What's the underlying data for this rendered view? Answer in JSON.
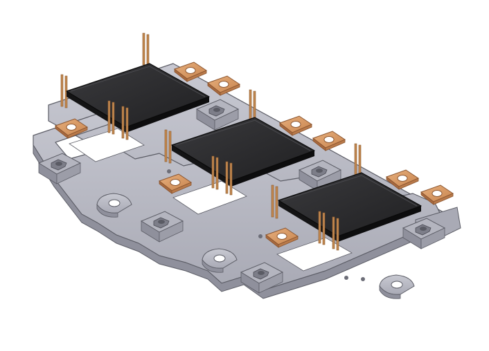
{
  "image": {
    "subject": "cad-render",
    "colors": {
      "background": "#ffffff",
      "frame": "#b9bac4",
      "frame_side": "#8f909c",
      "frame_edge": "#5c5d66",
      "module_top": "#2a2a2c",
      "module_side": "#141415",
      "copper": "#d99a66",
      "copper_dark": "#a8693e",
      "pin": "#c2884f"
    },
    "modules": [
      {
        "id": "module-1"
      },
      {
        "id": "module-2"
      },
      {
        "id": "module-3"
      }
    ]
  }
}
